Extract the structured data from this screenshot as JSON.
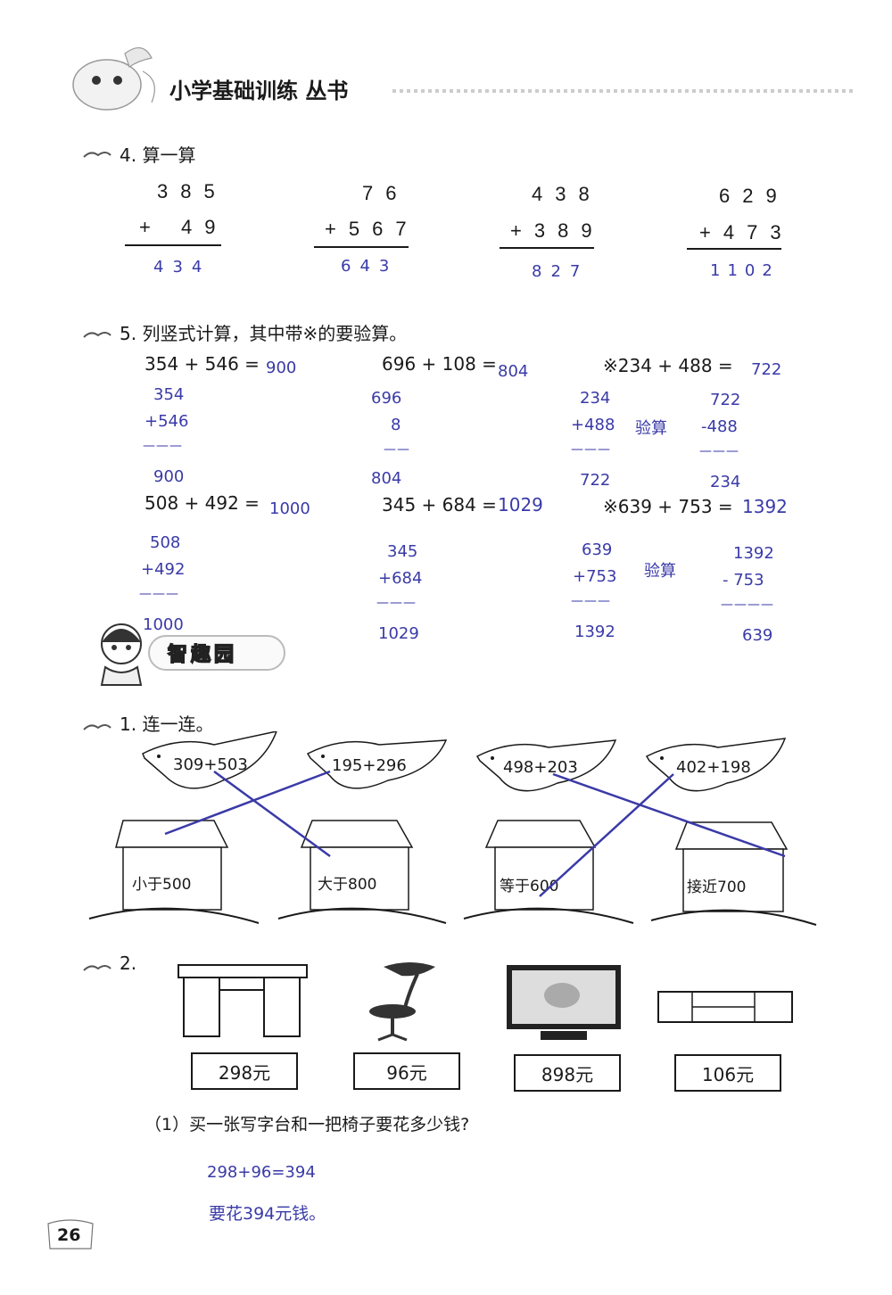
{
  "header": {
    "title": "小学基础训练 丛书"
  },
  "q4": {
    "title": "4. 算一算",
    "problems": [
      {
        "top": "385",
        "bottom": "+ 49",
        "answer": "434"
      },
      {
        "top": "76",
        "bottom": "+567",
        "answer": "643"
      },
      {
        "top": "438",
        "bottom": "+389",
        "answer": "827"
      },
      {
        "top": "629",
        "bottom": "+473",
        "answer": "1102"
      }
    ]
  },
  "q5": {
    "title": "5. 列竖式计算，其中带※的要验算。",
    "items": [
      {
        "expr": "354 + 546 =",
        "result": "900",
        "work": [
          "354",
          "+546",
          "900"
        ]
      },
      {
        "expr": "696 + 108 =",
        "result": "804",
        "work": [
          "696",
          "8",
          "804"
        ]
      },
      {
        "expr": "※234 + 488 =",
        "result": "722",
        "work": [
          "234",
          "+488",
          "722"
        ],
        "check_label": "验算",
        "check": [
          "722",
          "-488",
          "234"
        ]
      },
      {
        "expr": "508 + 492 =",
        "result": "1000",
        "work": [
          "508",
          "+492",
          "1000"
        ]
      },
      {
        "expr": "345 + 684 =",
        "result": "1029",
        "work": [
          "345",
          "+684",
          "1029"
        ]
      },
      {
        "expr": "※639 + 753 =",
        "result": "1392",
        "work": [
          "639",
          "+753",
          "1392"
        ],
        "check_label": "验算",
        "check": [
          "1392",
          "- 753",
          "639"
        ]
      }
    ]
  },
  "section2": {
    "banner": "智趣园"
  },
  "link": {
    "title": "1. 连一连。",
    "birds": [
      "309+503",
      "195+296",
      "498+203",
      "402+198"
    ],
    "houses": [
      "小于500",
      "大于800",
      "等于600",
      "接近700"
    ]
  },
  "prices": {
    "title": "2.",
    "items": [
      {
        "icon": "desk-icon",
        "price": "298元"
      },
      {
        "icon": "chair-icon",
        "price": "96元"
      },
      {
        "icon": "tv-icon",
        "price": "898元"
      },
      {
        "icon": "tv-cabinet-icon",
        "price": "106元"
      }
    ],
    "question": "（1）买一张写字台和一把椅子要花多少钱?",
    "answer_eq": "298+96=394",
    "answer_text": "要花394元钱。"
  },
  "footer": {
    "page_number": "26"
  },
  "colors": {
    "ink": "#1a1a1a",
    "pen": "#3a3aa8"
  }
}
